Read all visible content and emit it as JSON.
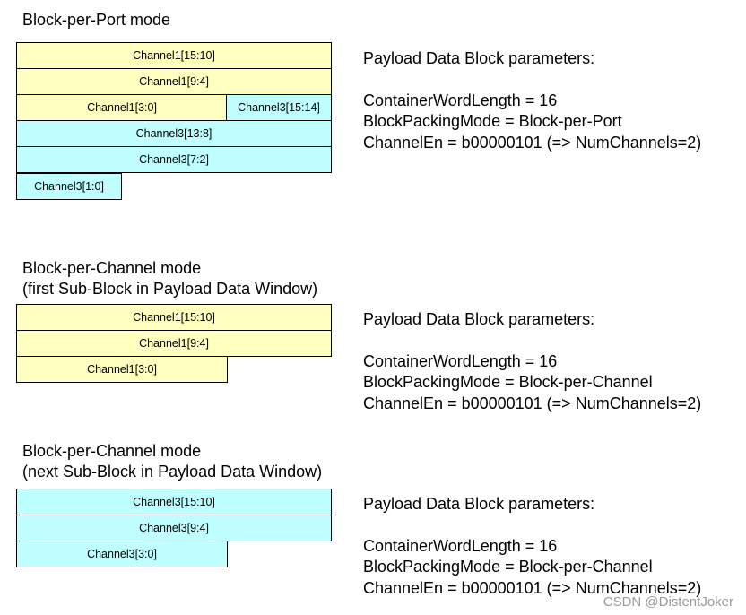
{
  "sections": [
    {
      "title_lines": [
        "Block-per-Port mode"
      ],
      "cells": [
        {
          "label": "Channel1[15:10]",
          "channel": "ch1"
        },
        {
          "label": "Channel1[9:4]",
          "channel": "ch1"
        },
        {
          "label": "Channel1[3:0]",
          "channel": "ch1"
        },
        {
          "label": "Channel3[15:14]",
          "channel": "ch3"
        },
        {
          "label": "Channel3[13:8]",
          "channel": "ch3"
        },
        {
          "label": "Channel3[7:2]",
          "channel": "ch3"
        },
        {
          "label": "Channel3[1:0]",
          "channel": "ch3"
        }
      ],
      "params": {
        "heading": "Payload Data Block parameters:",
        "lines": [
          "ContainerWordLength = 16",
          "BlockPackingMode = Block-per-Port",
          "ChannelEn = b00000101 (=> NumChannels=2)"
        ]
      }
    },
    {
      "title_lines": [
        "Block-per-Channel mode",
        "(first Sub-Block in Payload Data Window)"
      ],
      "cells": [
        {
          "label": "Channel1[15:10]",
          "channel": "ch1"
        },
        {
          "label": "Channel1[9:4]",
          "channel": "ch1"
        },
        {
          "label": "Channel1[3:0]",
          "channel": "ch1"
        }
      ],
      "params": {
        "heading": "Payload Data Block parameters:",
        "lines": [
          "ContainerWordLength = 16",
          "BlockPackingMode = Block-per-Channel",
          "ChannelEn = b00000101 (=> NumChannels=2)"
        ]
      }
    },
    {
      "title_lines": [
        "Block-per-Channel mode",
        "(next Sub-Block in Payload Data Window)"
      ],
      "cells": [
        {
          "label": "Channel3[15:10]",
          "channel": "ch3"
        },
        {
          "label": "Channel3[9:4]",
          "channel": "ch3"
        },
        {
          "label": "Channel3[3:0]",
          "channel": "ch3"
        }
      ],
      "params": {
        "heading": "Payload Data Block parameters:",
        "lines": [
          "ContainerWordLength = 16",
          "BlockPackingMode = Block-per-Channel",
          "ChannelEn = b00000101 (=> NumChannels=2)"
        ]
      }
    }
  ],
  "colors": {
    "channel1_fill": "#ffffc0",
    "channel3_fill": "#c0ffff",
    "border": "#000000"
  },
  "watermark": "CSDN @DistentJoker"
}
